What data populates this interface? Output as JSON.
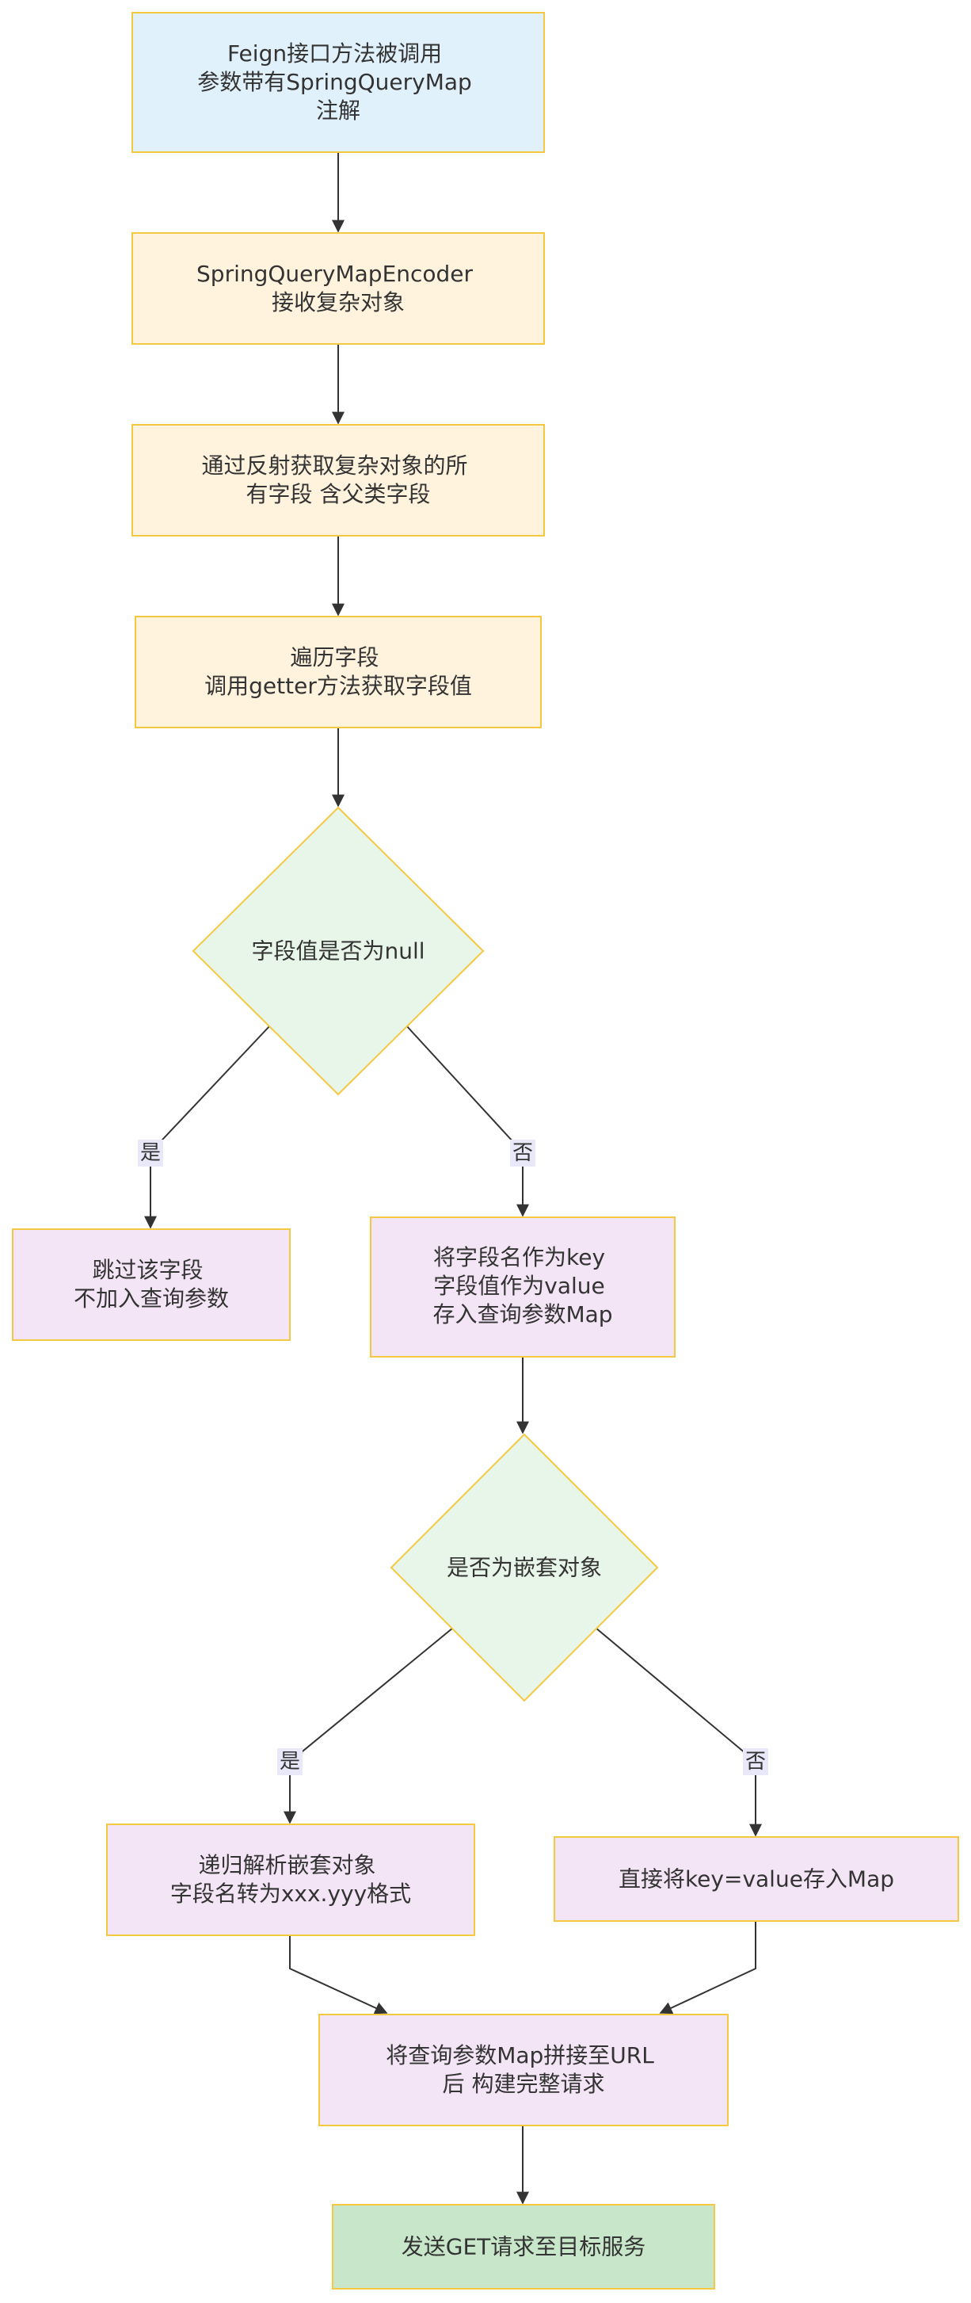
{
  "diagram": {
    "nodes": {
      "start": {
        "lines": [
          "Feign接口方法被调用",
          "参数带有SpringQueryMap",
          "注解"
        ]
      },
      "encoder": {
        "lines": [
          "SpringQueryMapEncoder",
          "接收复杂对象"
        ]
      },
      "reflect": {
        "lines": [
          "通过反射获取复杂对象的所",
          "有字段 含父类字段"
        ]
      },
      "iterate": {
        "lines": [
          "遍历字段",
          "调用getter方法获取字段值"
        ]
      },
      "is_null": {
        "lines": [
          "字段值是否为null"
        ]
      },
      "skip": {
        "lines": [
          "跳过该字段",
          "不加入查询参数"
        ]
      },
      "put_map": {
        "lines": [
          "将字段名作为key",
          "字段值作为value",
          "存入查询参数Map"
        ]
      },
      "is_nested": {
        "lines": [
          "是否为嵌套对象"
        ]
      },
      "recurse": {
        "lines": [
          "递归解析嵌套对象",
          "字段名转为xxx.yyy格式"
        ]
      },
      "direct": {
        "lines": [
          "直接将key=value存入Map"
        ]
      },
      "build_url": {
        "lines": [
          "将查询参数Map拼接至URL",
          "后 构建完整请求"
        ]
      },
      "send": {
        "lines": [
          "发送GET请求至目标服务"
        ]
      }
    },
    "edge_labels": {
      "null_yes": "是",
      "null_no": "否",
      "nested_yes": "是",
      "nested_no": "否"
    }
  },
  "colors": {
    "border": "#F5C842",
    "arrow": "#333333",
    "text": "#333333",
    "start_fill": "#E1F1FC",
    "process_fill": "#FFF3DD",
    "decision_fill": "#E8F5E9",
    "action_fill": "#F3E5F5",
    "end_fill": "#C8E6C9",
    "label_bg": "#E8E8F8"
  }
}
